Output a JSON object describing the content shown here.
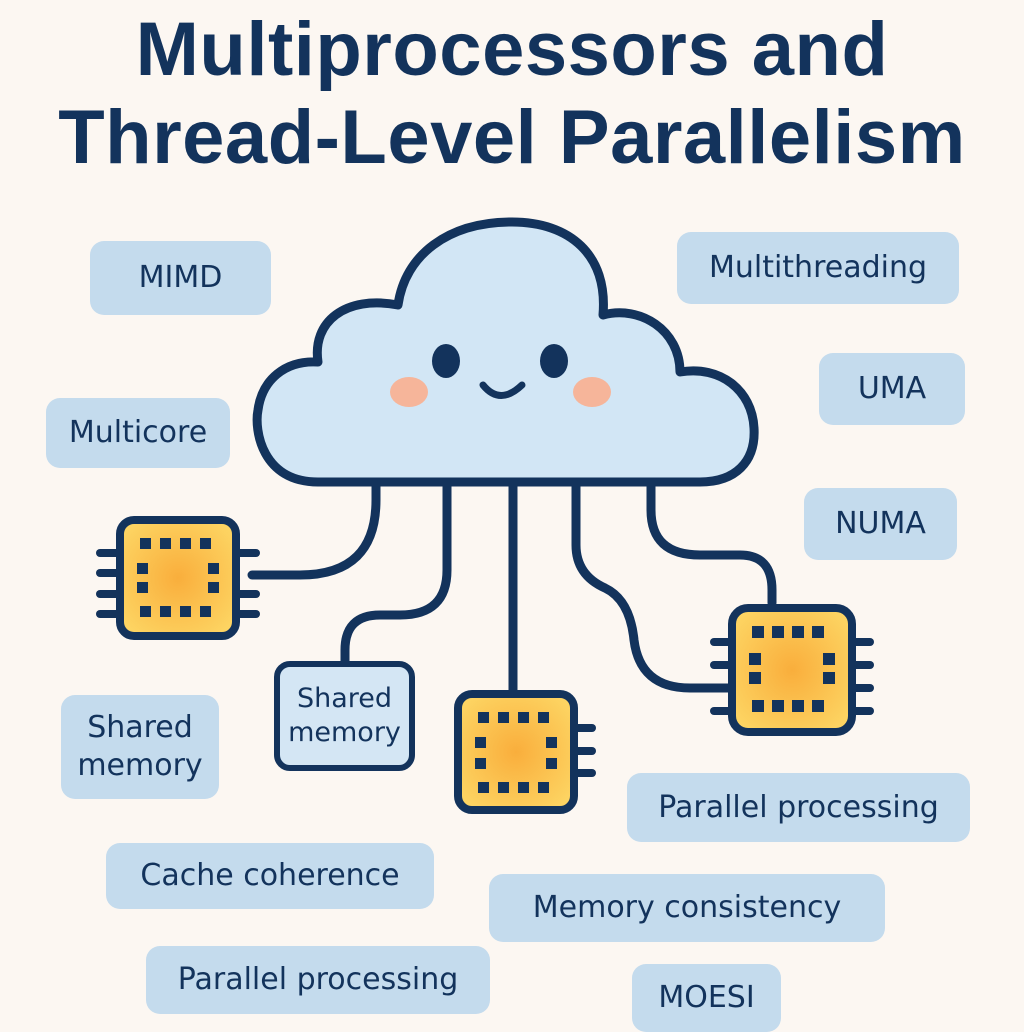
{
  "title": {
    "line1": "Multiprocessors and",
    "line2": "Thread-Level Parallelism"
  },
  "colors": {
    "background": "#fcf7f2",
    "ink": "#13335c",
    "tag_fill": "#c4dbed",
    "cloud_fill": "#d2e6f5",
    "chip_fill": "#fbbd46",
    "cheek": "#f6b59a"
  },
  "cloud": {
    "icon": "smiling-cloud-icon"
  },
  "central_node": {
    "line1": "Shared",
    "line2": "memory"
  },
  "chips": [
    {
      "icon": "processor-chip-icon"
    },
    {
      "icon": "processor-chip-icon"
    },
    {
      "icon": "processor-chip-icon"
    }
  ],
  "tags": {
    "mimd": "MIMD",
    "multithreading": "Multithreading",
    "uma": "UMA",
    "multicore": "Multicore",
    "numa": "NUMA",
    "shared_memory_line1": "Shared",
    "shared_memory_line2": "memory",
    "parallel_processing_right": "Parallel processing",
    "cache_coherence": "Cache coherence",
    "memory_consistency": "Memory consistency",
    "parallel_processing_bottom": "Parallel processing",
    "moesi": "MOESI"
  }
}
